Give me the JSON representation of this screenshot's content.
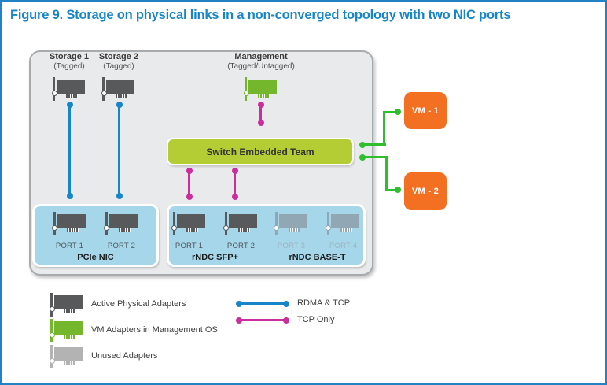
{
  "title": "Figure 9. Storage on physical links in a non-converged topology with two NIC ports",
  "colors": {
    "frame-blue": "#2481c4",
    "title-blue": "#1786c8",
    "line-blue": "#1786c8",
    "line-magenta": "#cb2d9b",
    "line-green": "#2ebe2e",
    "vm-orange": "#f36f21",
    "set-lime": "#b5cd34",
    "adapter-dark": "#58595b",
    "adapter-green": "#74b62c",
    "adapter-unused": "#b3b3b3",
    "adapter-muted": "#91a8b4",
    "nic-box-blue": "#a6d6e9",
    "container-gray": "#e9eaec"
  },
  "diagram": {
    "storage1": {
      "label": "Storage 1",
      "sub": "(Tagged)"
    },
    "storage2": {
      "label": "Storage 2",
      "sub": "(Tagged)"
    },
    "management": {
      "label": "Management",
      "sub": "(Tagged/Untagged)"
    },
    "set_label": "Switch Embedded Team",
    "pcie": {
      "ports": [
        "PORT 1",
        "PORT 2"
      ],
      "label": "PCIe NIC"
    },
    "rndc_sfp": {
      "ports": [
        "PORT 1",
        "PORT 2"
      ],
      "label": "rNDC SFP+"
    },
    "rndc_baset": {
      "ports": [
        "PORT 3",
        "PORT 4"
      ],
      "label": "rNDC BASE-T"
    },
    "vms": [
      {
        "label": "VM - 1"
      },
      {
        "label": "VM - 2"
      }
    ]
  },
  "legend": {
    "adapters": [
      {
        "label": "Active Physical Adapters",
        "type": "active"
      },
      {
        "label": "VM Adapters in Management OS",
        "type": "vm"
      },
      {
        "label": "Unused Adapters",
        "type": "unused"
      }
    ],
    "lines": [
      {
        "label": "RDMA & TCP",
        "color": "#1786c8"
      },
      {
        "label": "TCP Only",
        "color": "#cb2d9b"
      }
    ]
  }
}
